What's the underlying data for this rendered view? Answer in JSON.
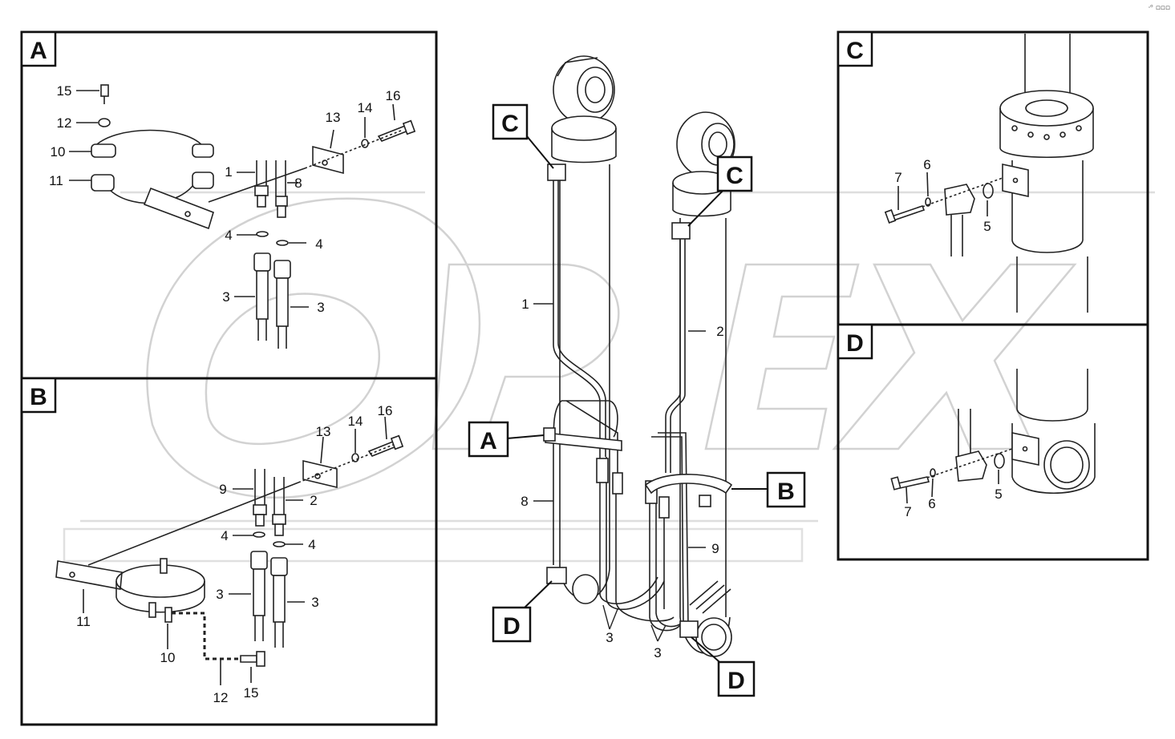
{
  "corner_text": "⸱ᵒ ▫▫▫",
  "watermark": "OPEX",
  "panels": {
    "A": {
      "tag": "A",
      "labels": {
        "15": "15",
        "12": "12",
        "10": "10",
        "11": "11",
        "13": "13",
        "14": "14",
        "16": "16",
        "1": "1",
        "8": "8",
        "4a": "4",
        "4b": "4",
        "3a": "3",
        "3b": "3"
      }
    },
    "B": {
      "tag": "B",
      "labels": {
        "13": "13",
        "14": "14",
        "16": "16",
        "9": "9",
        "2": "2",
        "4a": "4",
        "4b": "4",
        "3a": "3",
        "3b": "3",
        "11": "11",
        "10": "10",
        "12": "12",
        "15": "15"
      }
    },
    "C": {
      "tag": "C",
      "labels": {
        "7": "7",
        "6": "6",
        "5": "5"
      }
    },
    "D": {
      "tag": "D",
      "labels": {
        "7": "7",
        "6": "6",
        "5": "5"
      }
    }
  },
  "main": {
    "callouts": {
      "C1": "C",
      "C2": "C",
      "A": "A",
      "B": "B",
      "D1": "D",
      "D2": "D"
    },
    "labels": {
      "1": "1",
      "2": "2",
      "8": "8",
      "9": "9",
      "3a": "3",
      "3b": "3"
    }
  }
}
